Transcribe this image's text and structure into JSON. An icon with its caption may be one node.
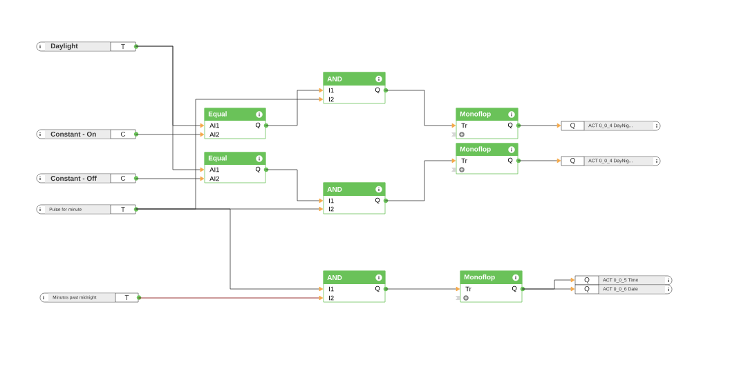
{
  "diagram": {
    "nodes": [
      {
        "text": [
          "Daylight",
          "T"
        ]
      },
      {
        "text": [
          "Constant - On",
          "C"
        ]
      },
      {
        "text": [
          "Constant - Off",
          "C"
        ]
      },
      {
        "text": [
          "Pulse for minute",
          "T"
        ]
      },
      {
        "text": [
          "Minutes past midnight",
          "T"
        ]
      },
      {
        "text": [
          "Equal",
          "AI1",
          "AI2",
          "Q"
        ]
      },
      {
        "text": [
          "Equal",
          "AI1",
          "AI2",
          "Q"
        ]
      },
      {
        "text": [
          "AND",
          "I1",
          "I2",
          "Q"
        ]
      },
      {
        "text": [
          "AND",
          "I1",
          "I2",
          "Q"
        ]
      },
      {
        "text": [
          "AND",
          "I1",
          "I2",
          "Q"
        ]
      },
      {
        "text": [
          "Monoflop",
          "Tr",
          "Q"
        ]
      },
      {
        "text": [
          "Monoflop",
          "Tr",
          "Q"
        ]
      },
      {
        "text": [
          "Monoflop",
          "Tr",
          "Q"
        ]
      },
      {
        "text": [
          "Q",
          "ACT 0_0_4 DayNig..."
        ]
      },
      {
        "text": [
          "Q",
          "ACT 0_0_4 DayNig..."
        ]
      },
      {
        "text": [
          "Q",
          "ACT 0_0_5 Time"
        ]
      },
      {
        "text": [
          "Q",
          "ACT 0_0_6 Date"
        ]
      }
    ],
    "edges": [
      {
        "from": 0,
        "to": 5,
        "arrow": "to"
      },
      {
        "from": 0,
        "to": 6,
        "arrow": "to"
      },
      {
        "from": 1,
        "to": 5,
        "arrow": "to"
      },
      {
        "from": 2,
        "to": 6,
        "arrow": "to"
      },
      {
        "from": 5,
        "to": 7,
        "arrow": "to"
      },
      {
        "from": 3,
        "to": 7,
        "arrow": "to"
      },
      {
        "from": 6,
        "to": 8,
        "arrow": "to"
      },
      {
        "from": 3,
        "to": 8,
        "arrow": "to"
      },
      {
        "from": 3,
        "to": 9,
        "arrow": "to"
      },
      {
        "from": 4,
        "to": 9,
        "arrow": "to",
        "color": "#800000"
      },
      {
        "from": 7,
        "to": 10,
        "arrow": "to"
      },
      {
        "from": 8,
        "to": 11,
        "arrow": "to"
      },
      {
        "from": 9,
        "to": 12,
        "arrow": "to"
      },
      {
        "from": 10,
        "to": 13,
        "arrow": "to"
      },
      {
        "from": 11,
        "to": 14,
        "arrow": "to"
      },
      {
        "from": 12,
        "to": 15,
        "arrow": "to"
      },
      {
        "from": 12,
        "to": 16,
        "arrow": "to"
      }
    ]
  }
}
